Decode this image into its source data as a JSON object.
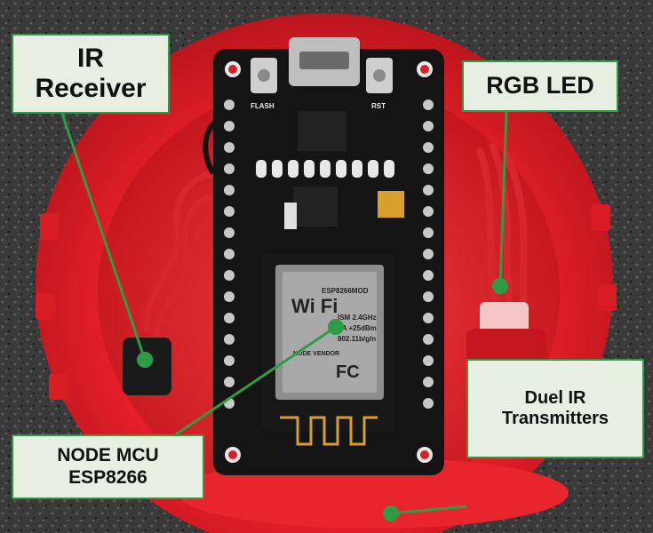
{
  "labels": {
    "ir_receiver": [
      "IR",
      "Receiver"
    ],
    "rgb_led": "RGB LED",
    "node_mcu": [
      "NODE MCU",
      "ESP8266"
    ],
    "duel_ir": [
      "Duel IR",
      "Transmitters"
    ]
  },
  "board": {
    "wifi_logo": "Wi Fi",
    "module_name": "ESP8266MOD",
    "module_specs": [
      "ISM 2.4GHz",
      "PA +25dBm",
      "802.11b/g/n"
    ],
    "vendor": "NODE VENDOR",
    "button_flash": "FLASH",
    "button_rst": "RST",
    "fcc": "FC"
  },
  "colors": {
    "label_bg": "#e6efe2",
    "label_border": "#2f9c45",
    "pointer": "#2f9c45",
    "enclosure": "#e8202a",
    "board": "#141414"
  }
}
